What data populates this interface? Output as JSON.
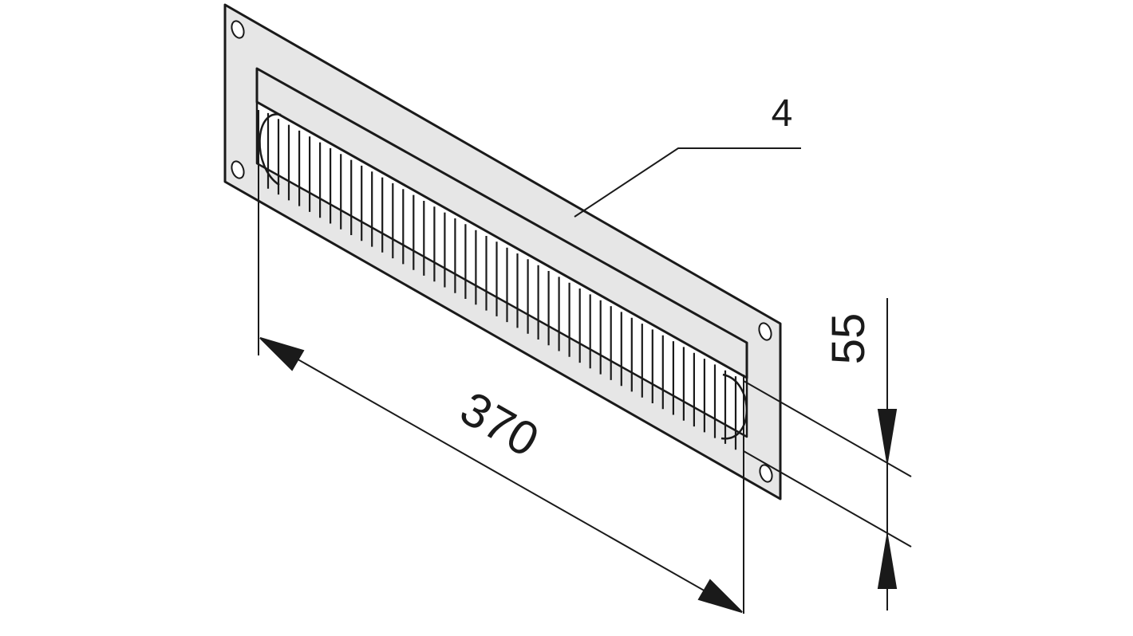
{
  "diagram": {
    "part_callout": "4",
    "dimensions": {
      "length": "370",
      "height": "55"
    },
    "colors": {
      "panel_fill": "#e6e6e6",
      "line": "#1a1a1a",
      "background": "#ffffff"
    },
    "brush_bristle_count": 46
  }
}
